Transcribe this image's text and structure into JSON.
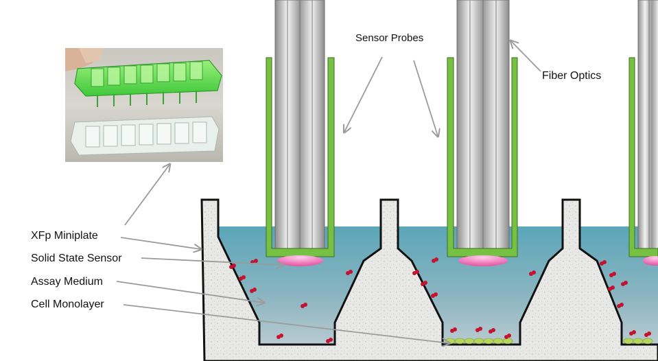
{
  "labels": {
    "sensor_probes": "Sensor Probes",
    "fiber_optics": "Fiber Optics",
    "xfp_miniplate": "XFp Miniplate",
    "solid_state_sensor": "Solid State Sensor",
    "assay_medium": "Assay Medium",
    "cell_monolayer": "Cell Monolayer"
  },
  "colors": {
    "medium": "#5aa6b8",
    "plate_fill": "#e7e7e5",
    "sensor_sleeve": "#76c043",
    "probe": "#c9c9c9",
    "sensor_spot": "#f07fc0",
    "cell": "#b5d65a",
    "particle": "#c4122f",
    "arrow": "#9b9b9b"
  },
  "photo": {
    "icon": "miniplate-photo"
  }
}
